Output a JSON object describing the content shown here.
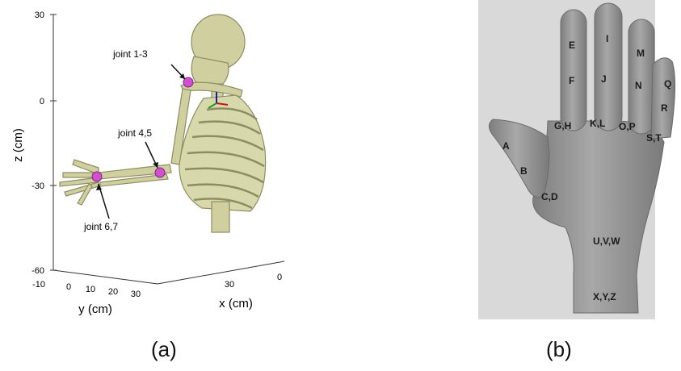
{
  "panel_a": {
    "z_ticks": [
      "30",
      "0",
      "-30",
      "-60"
    ],
    "z_label": "z (cm)",
    "y_ticks": [
      "-10",
      "0",
      "10",
      "20",
      "30"
    ],
    "y_label": "y (cm)",
    "x_ticks": [
      "30",
      "0"
    ],
    "x_label": "x (cm)",
    "joint_labels": [
      "joint 1-3",
      "joint 4,5",
      "joint 6,7"
    ],
    "caption": "(a)",
    "colors": {
      "bone": "#cfcfa0",
      "bone_edge": "#8d8d62",
      "joint": "#d24fd2"
    }
  },
  "panel_b": {
    "labels": [
      "E",
      "I",
      "M",
      "F",
      "J",
      "N",
      "Q",
      "R",
      "G,H",
      "K,L",
      "O,P",
      "S,T",
      "A",
      "B",
      "C,D",
      "U,V,W",
      "X,Y,Z"
    ],
    "caption": "(b)",
    "colors": {
      "background": "#d9d9d9",
      "hand": "#9a9a9a"
    }
  }
}
